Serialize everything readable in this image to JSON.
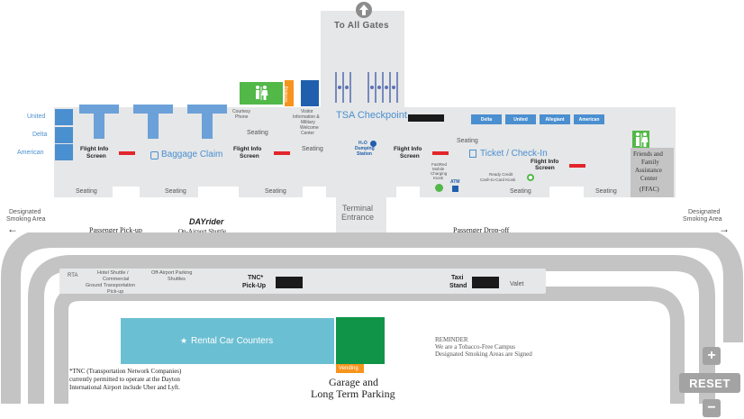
{
  "gates": {
    "label": "To All Gates"
  },
  "checkpoint": {
    "label": "TSA Checkpoint"
  },
  "left_airlines": [
    "United",
    "Delta",
    "American"
  ],
  "baggage": {
    "label": "Baggage Claim"
  },
  "flight_info": {
    "label_line1": "Flight Info",
    "label_line2": "Screen"
  },
  "seating": {
    "label": "Seating"
  },
  "courtesy_phone": {
    "line1": "Courtesy",
    "line2": "Phone"
  },
  "vending": {
    "label": "Vending"
  },
  "visitor_center": {
    "line1": "Visitor",
    "line2": "Information &",
    "line3": "Military",
    "line4": "Welcome",
    "line5": "Center"
  },
  "h2o_station": {
    "line1": "H₂O",
    "line2": "Dumping",
    "line3": "Station"
  },
  "ticket": {
    "label": "Ticket / Check-In"
  },
  "counter_airlines": [
    "Delta",
    "United",
    "Allegiant",
    "American"
  ],
  "ffac": {
    "line1": "Friends and",
    "line2": "Family",
    "line3": "Assistance",
    "line4": "Center",
    "line5": "(FFAC)"
  },
  "charging_kiosk": {
    "line1": "FastRed",
    "line2": "Mobile",
    "line3": "Charging",
    "line4": "Kiosk"
  },
  "atm": {
    "label": "ATM"
  },
  "ready_credit": {
    "line1": "Ready Credit",
    "line2": "Cash-to-Card Kiosk"
  },
  "terminal_entrance": {
    "line1": "Terminal",
    "line2": "Entrance"
  },
  "smoking_left": {
    "line1": "Designated",
    "line2": "Smoking Area"
  },
  "smoking_right": {
    "line1": "Designated",
    "line2": "Smoking Area"
  },
  "pickup": {
    "label": "Passenger Pick-up"
  },
  "dayrider": {
    "title": "DAYrider",
    "subtitle": "On-Airport Shuttle"
  },
  "dropoff": {
    "label": "Passenger Drop-off"
  },
  "island": {
    "rta": "RTA",
    "hotel_line1": "Hotel Shuttle /",
    "hotel_line2": "Commercial",
    "hotel_line3": "Ground Transportation",
    "hotel_line4": "Pick-up",
    "offsite_line1": "Off-Airport Parking",
    "offsite_line2": "Shuttles",
    "tnc_line1": "TNC*",
    "tnc_line2": "Pick-Up",
    "taxi_line1": "Taxi",
    "taxi_line2": "Stand",
    "valet": "Valet"
  },
  "rental": {
    "label": "Rental Car Counters"
  },
  "garage": {
    "line1": "Garage and",
    "line2": "Long Term Parking"
  },
  "reminder": {
    "line1": "REMINDER",
    "line2": "We are a Tobacco-Free Campus",
    "line3": "Designated Smoking Areas are Signed"
  },
  "tnc_note": {
    "line1": "*TNC (Transportation Network Companies)",
    "line2": "currently permitted to operate at the Dayton",
    "line3": "International Airport include Uber and Lyft."
  },
  "controls": {
    "zoom_in": "+",
    "reset": "RESET",
    "zoom_out": "−"
  },
  "colors": {
    "blue": "#4a8fd0",
    "green": "#52b848",
    "orange": "#f7941d",
    "teal": "#6bbfd2",
    "garage_green": "#109548",
    "red": "#e3242b",
    "gray_floor": "#e6e7e8",
    "road": "#c4c4c4"
  }
}
